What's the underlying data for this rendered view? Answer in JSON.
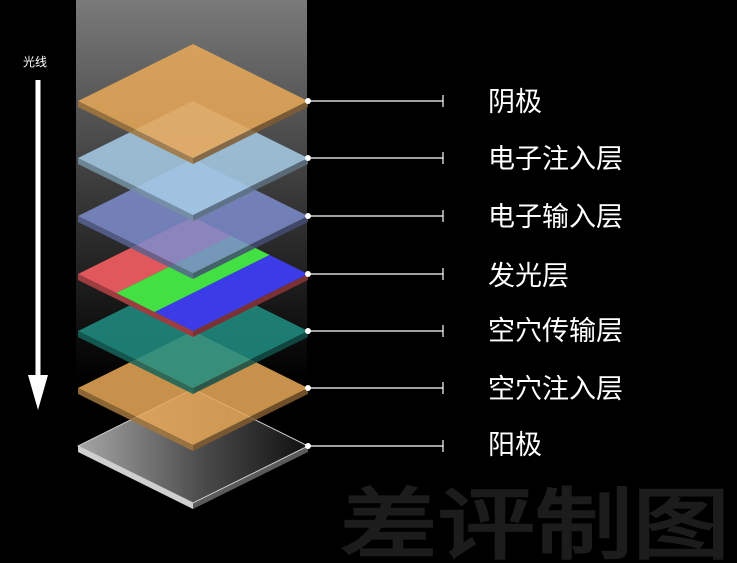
{
  "light_direction": {
    "label": "光线"
  },
  "layers": [
    {
      "label": "阴极",
      "color": "#e8a857"
    },
    {
      "label": "电子注入层",
      "color": "#a8cde8"
    },
    {
      "label": "电子输入层",
      "color": "#7e8ccd"
    },
    {
      "label": "发光层",
      "color": "#e0575c",
      "subpixels": [
        "#e0575c",
        "#42e042",
        "#3b3be8"
      ]
    },
    {
      "label": "空穴传输层",
      "color": "#1f8f84"
    },
    {
      "label": "空穴注入层",
      "color": "#e8a857"
    },
    {
      "label": "阳极",
      "color": "#8a8a8a"
    }
  ],
  "watermark": "差评制图"
}
